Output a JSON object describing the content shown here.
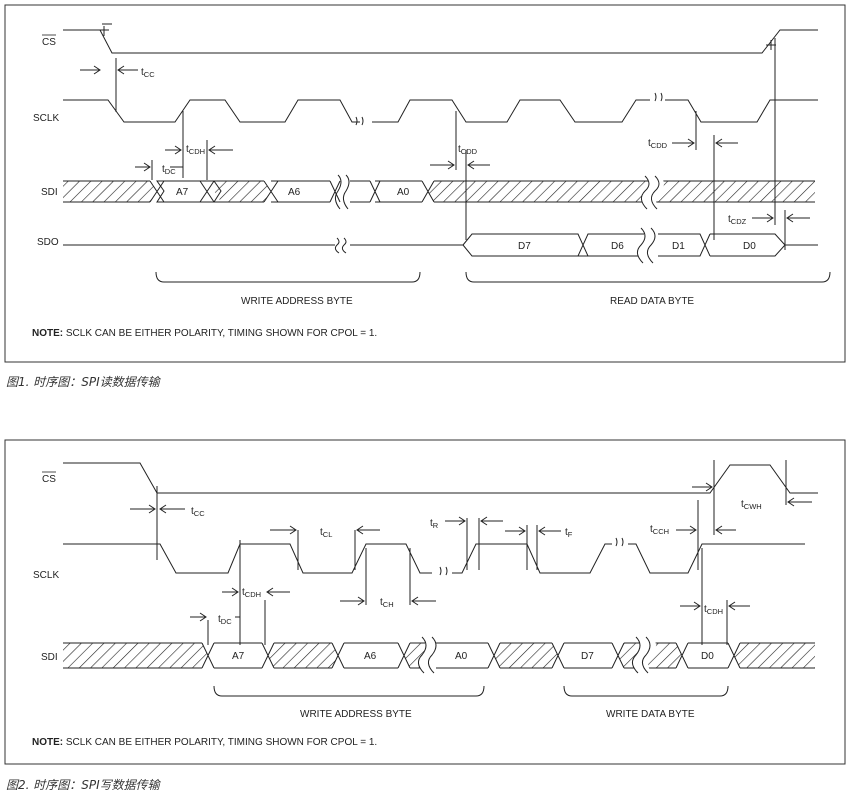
{
  "figure1": {
    "caption": "图1. 时序图：SPI读数据传输",
    "signals": {
      "cs": "CS",
      "sclk": "SCLK",
      "sdi": "SDI",
      "sdo": "SDO"
    },
    "params": {
      "tcc": {
        "main": "t",
        "sub": "CC"
      },
      "tcdh": {
        "main": "t",
        "sub": "CDH"
      },
      "tdc": {
        "main": "t",
        "sub": "DC"
      },
      "tcdd1": {
        "main": "t",
        "sub": "CDD"
      },
      "tcdd2": {
        "main": "t",
        "sub": "CDD"
      },
      "tcdz": {
        "main": "t",
        "sub": "CDZ"
      }
    },
    "sdi_bits": [
      "A7",
      "A6",
      "A0"
    ],
    "sdo_bits": [
      "D7",
      "D6",
      "D1",
      "D0"
    ],
    "brace_left": "WRITE ADDRESS BYTE",
    "brace_right": "READ DATA BYTE",
    "note_bold": "NOTE:",
    "note_text": " SCLK CAN BE EITHER POLARITY, TIMING SHOWN FOR CPOL = 1."
  },
  "figure2": {
    "caption": "图2. 时序图：SPI写数据传输",
    "signals": {
      "cs": "CS",
      "sclk": "SCLK",
      "sdi": "SDI"
    },
    "params": {
      "tcc": {
        "main": "t",
        "sub": "CC"
      },
      "tcl": {
        "main": "t",
        "sub": "CL"
      },
      "tr": {
        "main": "t",
        "sub": "R"
      },
      "tf": {
        "main": "t",
        "sub": "F"
      },
      "tcch": {
        "main": "t",
        "sub": "CCH"
      },
      "tcwh": {
        "main": "t",
        "sub": "CWH"
      },
      "tch": {
        "main": "t",
        "sub": "CH"
      },
      "tcdh1": {
        "main": "t",
        "sub": "CDH"
      },
      "tdc": {
        "main": "t",
        "sub": "DC"
      },
      "tcdh2": {
        "main": "t",
        "sub": "CDH"
      }
    },
    "sdi_bits": [
      "A7",
      "A6",
      "A0",
      "D7",
      "D0"
    ],
    "brace_left": "WRITE ADDRESS BYTE",
    "brace_right": "WRITE DATA BYTE",
    "note_bold": "NOTE:",
    "note_text": " SCLK CAN BE EITHER POLARITY, TIMING SHOWN FOR CPOL = 1."
  }
}
